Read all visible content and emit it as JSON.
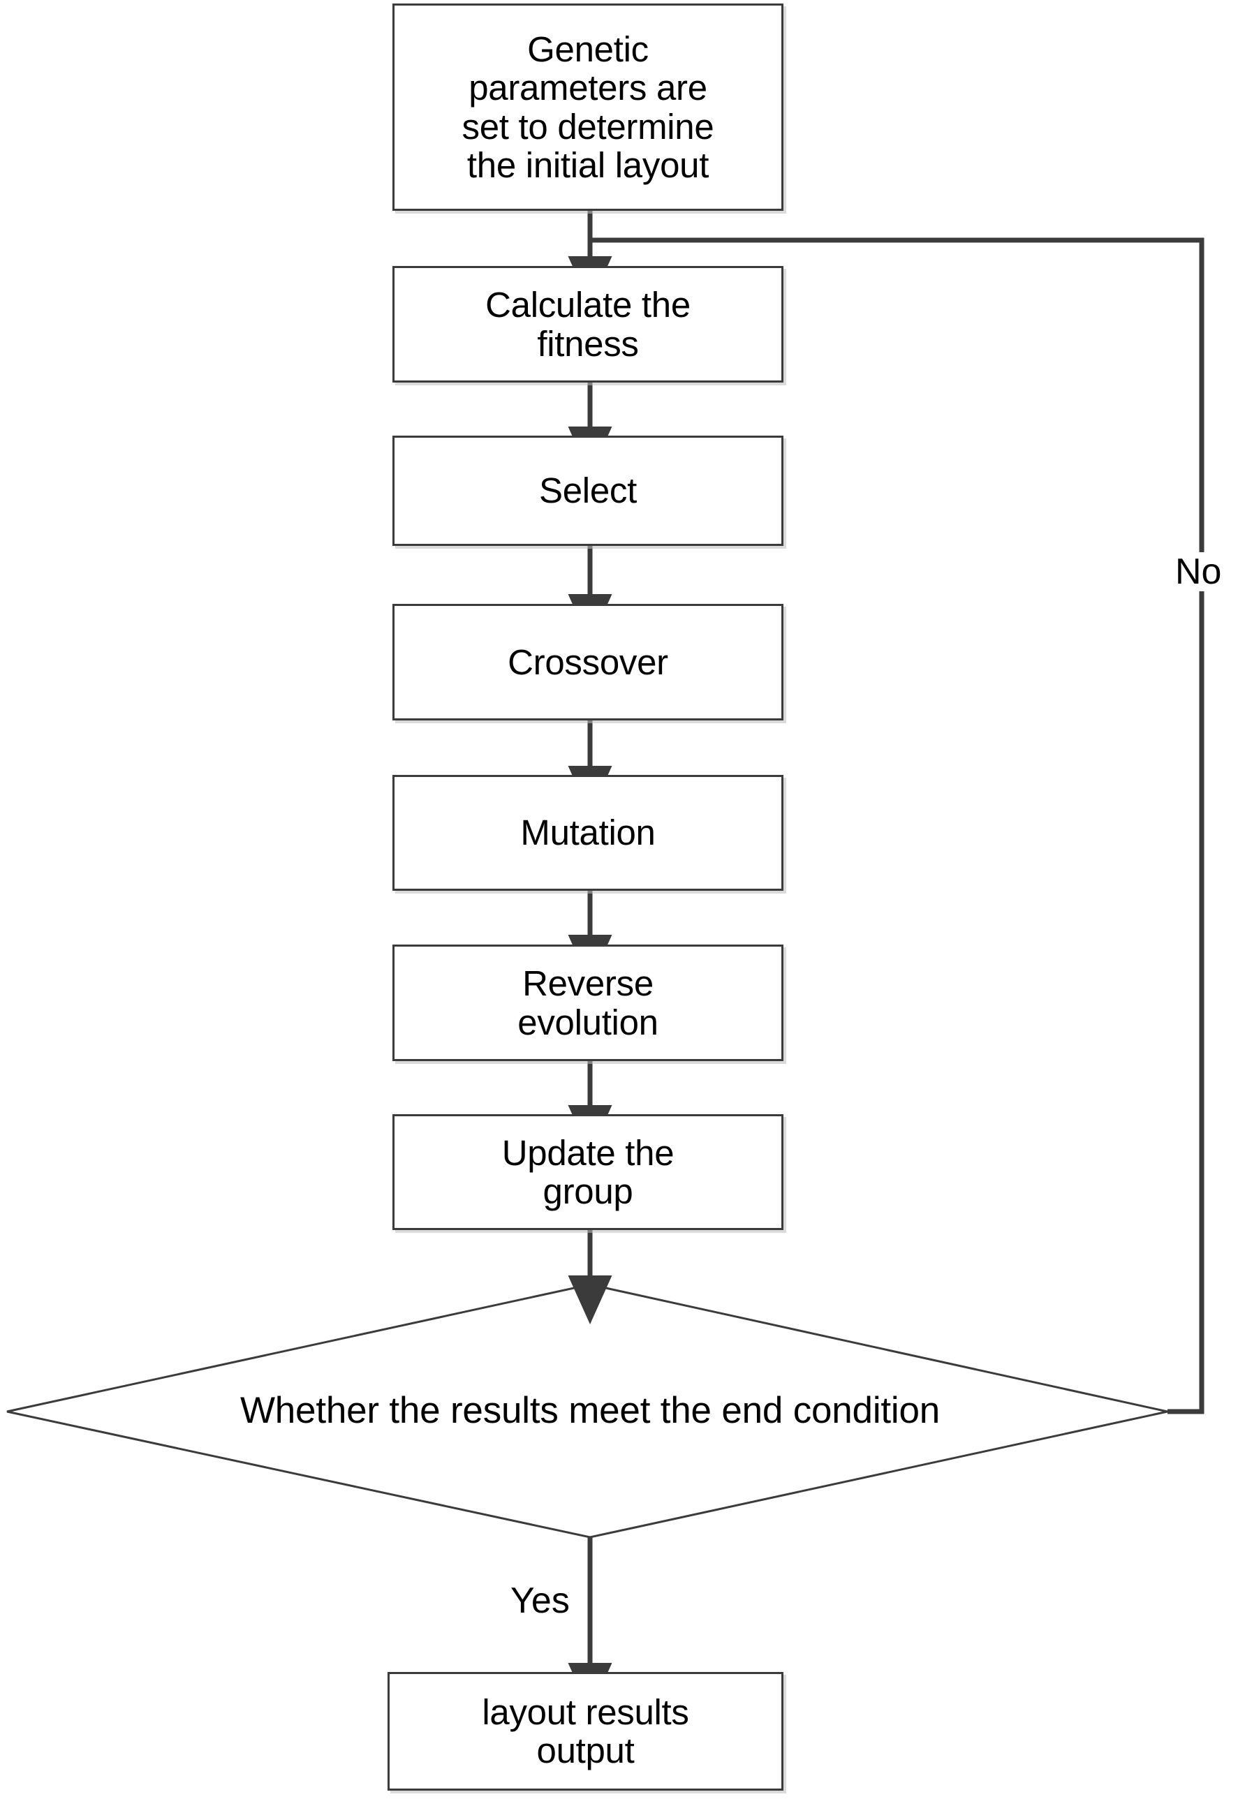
{
  "diagram": {
    "type": "flowchart",
    "title": "Genetic algorithm layout optimization flowchart",
    "background_color": "#ffffff",
    "stroke_color": "#3b3b3b",
    "text_color": "#000000",
    "shadow_color": "#bebebe"
  },
  "nodes": [
    {
      "id": "n1",
      "shape": "process",
      "label": "Genetic\nparameters are\nset to determine\nthe initial layout"
    },
    {
      "id": "n2",
      "shape": "process",
      "label": "Calculate the\nfitness"
    },
    {
      "id": "n3",
      "shape": "process",
      "label": "Select"
    },
    {
      "id": "n4",
      "shape": "process",
      "label": "Crossover"
    },
    {
      "id": "n5",
      "shape": "process",
      "label": "Mutation"
    },
    {
      "id": "n6",
      "shape": "process",
      "label": "Reverse\nevolution"
    },
    {
      "id": "n7",
      "shape": "process",
      "label": "Update the\ngroup"
    },
    {
      "id": "n8",
      "shape": "decision",
      "label": "Whether the results meet the end condition"
    },
    {
      "id": "n9",
      "shape": "process",
      "label": "layout results\noutput"
    }
  ],
  "edge_labels": {
    "no": "No",
    "yes": "Yes"
  },
  "edges": [
    {
      "from": "n1",
      "to": "n2",
      "label": ""
    },
    {
      "from": "n2",
      "to": "n3",
      "label": ""
    },
    {
      "from": "n3",
      "to": "n4",
      "label": ""
    },
    {
      "from": "n4",
      "to": "n5",
      "label": ""
    },
    {
      "from": "n5",
      "to": "n6",
      "label": ""
    },
    {
      "from": "n6",
      "to": "n7",
      "label": ""
    },
    {
      "from": "n7",
      "to": "n8",
      "label": ""
    },
    {
      "from": "n8",
      "to": "n9",
      "label": "Yes"
    },
    {
      "from": "n8",
      "to": "n2",
      "label": "No"
    }
  ]
}
